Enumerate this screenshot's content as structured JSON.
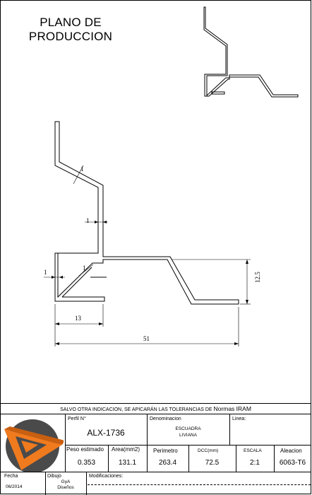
{
  "header": {
    "title_line1": "PLANO DE",
    "title_line2": "PRODUCCION"
  },
  "dimensions": {
    "thickness_top": "1",
    "thickness_middle": "1",
    "thickness_left": "1",
    "thickness_diag_lower": "1",
    "height_right": "12.5",
    "width_left": "13",
    "width_total": "51"
  },
  "title_block": {
    "note_prefix": "SALVO OTRA INDICACION, SE APICARÁN LAS TOLERANCIAS DE",
    "note_norm": "Normas IRAM",
    "perfil_label": "Perfil  N°",
    "perfil_value": "ALX-1736",
    "denominacion_label": "Denominacion",
    "denominacion_value1": "ESCUADRA",
    "denominacion_value2": "LIVIANA",
    "linea_label": "Linea:",
    "linea_value": "",
    "peso_label": "Peso  estimado",
    "peso_value": "0.353",
    "area_label": "Area(mm2)",
    "area_value": "131.1",
    "perimetro_label": "Perimetro",
    "perimetro_value": "263.4",
    "dcc_label": "DCC(mm)",
    "dcc_value": "72.5",
    "escala_label": "ESCALA",
    "escala_value": "2:1",
    "aleacion_label": "Aleacion",
    "aleacion_value": "6063-T6",
    "fecha_label": "Fecha",
    "fecha_value": "06/2014",
    "dibujo_label": "Dibujo",
    "dibujo_value1": "GyA",
    "dibujo_value2": "Diseños",
    "modificaciones_label": "Modificaciones:"
  },
  "colors": {
    "logo_orange": "#f07a1e",
    "logo_dark": "#4a4a4a",
    "line": "#000000"
  }
}
